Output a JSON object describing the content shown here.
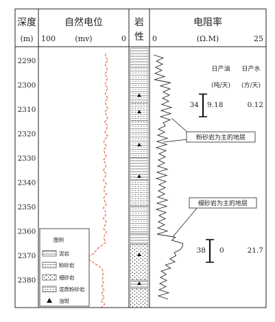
{
  "headers": {
    "depth": "深度",
    "depth_unit": "(m)",
    "sp": "自然电位",
    "sp_unit": "(mv)",
    "sp_left": "100",
    "sp_right": "0",
    "lith_1": "岩",
    "lith_2": "性",
    "res": "电阻率",
    "res_unit": "(Ω.M)",
    "res_left": "0",
    "res_right": "25"
  },
  "depth_ticks": [
    "2290",
    "2300",
    "2310",
    "2320",
    "2330",
    "2340",
    "2350",
    "2360",
    "2370",
    "2380"
  ],
  "production": {
    "oil_label": "日产油",
    "water_label": "日产水",
    "oil_unit": "(吨/天)",
    "water_unit": "(方/天)",
    "tests": [
      {
        "layer": "34",
        "oil": "9.18",
        "water": "0.12"
      },
      {
        "layer": "38",
        "oil": "0",
        "water": "21.7"
      }
    ]
  },
  "annotations": {
    "silt": "粉砂岩为主的地层",
    "fine_sand": "细砂岩为主的地层"
  },
  "legend": {
    "title": "图例",
    "items": [
      {
        "label": "泥岩",
        "pattern": "mudstone"
      },
      {
        "label": "粉砂岩",
        "pattern": "siltstone"
      },
      {
        "label": "细砂岩",
        "pattern": "finesand"
      },
      {
        "label": "泥质粉砂岩",
        "pattern": "argsilt"
      },
      {
        "label": "油斑",
        "pattern": "oilspot"
      }
    ]
  },
  "colors": {
    "sp_curve": "#d9532b",
    "ink": "#222222"
  }
}
